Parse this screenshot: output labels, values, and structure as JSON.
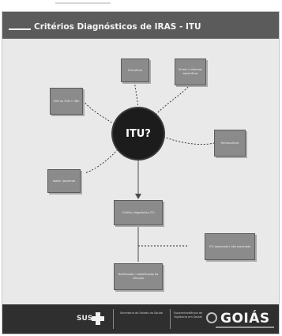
{
  "slide": {
    "title": "Critérios Diagnósticos de IRAS - ITU"
  },
  "diagram": {
    "center_label": "ITU?",
    "nodes": [
      {
        "id": "node-top-center",
        "label": "Urocultura"
      },
      {
        "id": "node-top-right",
        "label": "Sinais / sintomas específicos"
      },
      {
        "id": "node-left-upper",
        "label": "SVD ou SVD > 48h"
      },
      {
        "id": "node-right-middle",
        "label": "Hemocultura"
      },
      {
        "id": "node-left-lower",
        "label": "Idade / paciente"
      },
      {
        "id": "node-flow-1",
        "label": "Critério diagnóstico ITU"
      },
      {
        "id": "node-flow-2",
        "label": "Notificação / classificação da infecção"
      },
      {
        "id": "node-side-note",
        "label": "ITU associada / não associada"
      }
    ]
  },
  "footer": {
    "sus_label": "SUS",
    "block_1": "Secretaria de Estado da Saúde",
    "block_2": "Superintendência de Vigilância em Saúde",
    "brand": "GOIÁS"
  },
  "colors": {
    "node_fill": "#8b8b8b",
    "center_fill": "#1c1c1c",
    "footer_bg": "#2f2f2f",
    "title_bg": "#5b5b5b"
  }
}
